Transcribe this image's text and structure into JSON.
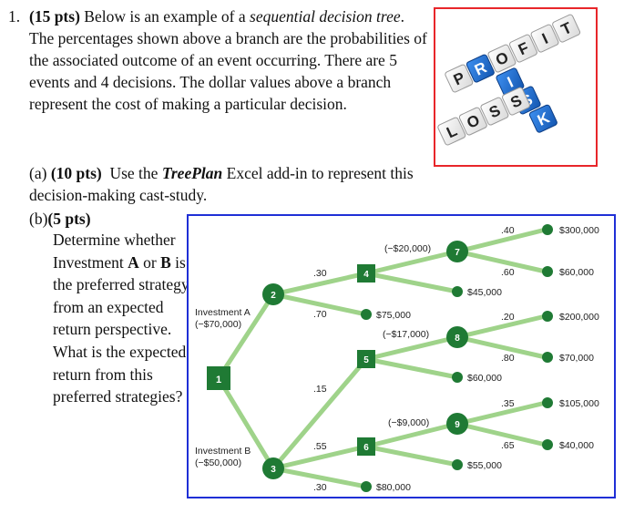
{
  "question": {
    "number": "1.",
    "points": "(15 pts)",
    "intro": "Below is an example of a",
    "term": "sequential decision tree",
    "rest": ". The percentages shown above a branch are the probabilities of the associated outcome of an event occurring. There are 5 events and 4 decisions. The dollar values above a branch represent the cost of making a particular decision."
  },
  "part_a": {
    "label": "(a)",
    "points": "(10 pts)",
    "text_before": "Use the",
    "tool": "TreePlan",
    "text_after": "Excel add-in to represent this decision-making cast-study."
  },
  "part_b": {
    "label": "(b)",
    "points": "(5 pts)",
    "t1": "Determine whether Investment",
    "inv_a": "A",
    "t2": "or",
    "inv_b": "B",
    "t3": "is the preferred strategy from an expected return perspective. What is the expected return from this preferred strategies?"
  },
  "image": {
    "tiles_top": [
      "P",
      "R",
      "O",
      "F",
      "I",
      "T"
    ],
    "tiles_vertical": [
      "R",
      "I",
      "S",
      "K"
    ],
    "tiles_bottom": [
      "L",
      "O",
      "S",
      "S"
    ]
  },
  "tree": {
    "nodes": {
      "n1": "1",
      "n2": "2",
      "n3": "3",
      "n4": "4",
      "n5": "5",
      "n6": "6",
      "n7": "7",
      "n8": "8",
      "n9": "9"
    },
    "labels": {
      "inv_a": "Investment A",
      "inv_a_cost": "(−$70,000)",
      "inv_b": "Investment B",
      "inv_b_cost": "(−$50,000)",
      "p2_top": ".30",
      "p2_mid": ".70",
      "p3_top": ".15",
      "p3_mid": ".55",
      "p3_bot": ".30",
      "d4_cost": "(−$20,000)",
      "d5_cost": "(−$17,000)",
      "d6_cost": "(−$9,000)",
      "p7_top": ".40",
      "p7_bot": ".60",
      "p8_top": ".20",
      "p8_bot": ".80",
      "p9_top": ".35",
      "p9_bot": ".65",
      "v300": "$300,000",
      "v60": "$60,000",
      "v45": "$45,000",
      "v75": "$75,000",
      "v200": "$200,000",
      "v70": "$70,000",
      "v60b": "$60,000",
      "v105": "$105,000",
      "v40": "$40,000",
      "v55": "$55,000",
      "v80": "$80,000"
    }
  },
  "colors": {
    "node_green": "#1f7a34",
    "branch_green": "#9fd38a",
    "tree_border": "#1f2fd6",
    "image_border": "#e8262a",
    "tile_blue": "#1f73d6"
  }
}
